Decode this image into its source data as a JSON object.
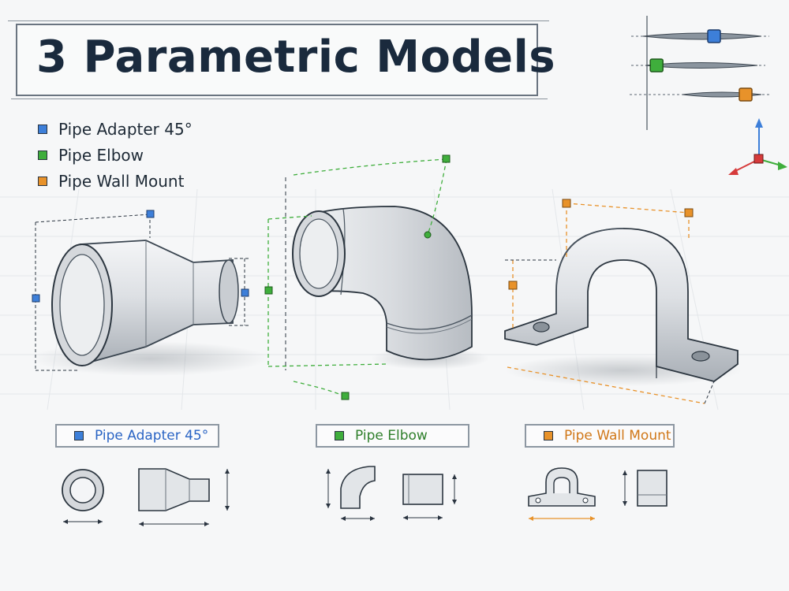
{
  "title": "3 Parametric Models",
  "colors": {
    "blue": "#3d7fd9",
    "green": "#3fae3c",
    "orange": "#e8922a",
    "ink": "#1a2a3d",
    "line": "#3a4550"
  },
  "legend": [
    {
      "label": "Pipe Adapter 45°",
      "color": "#3d7fd9"
    },
    {
      "label": "Pipe Elbow",
      "color": "#3fae3c"
    },
    {
      "label": "Pipe Wall Mount",
      "color": "#e8922a"
    }
  ],
  "sections": [
    {
      "label": "Pipe Adapter 45°",
      "color": "#3d7fd9",
      "text_color": "#2a64c4"
    },
    {
      "label": "Pipe Elbow",
      "color": "#3fae3c",
      "text_color": "#2f7f2b"
    },
    {
      "label": "Pipe Wall Mount",
      "color": "#e8922a",
      "text_color": "#d07718"
    }
  ],
  "sliders": [
    {
      "color": "#3d7fd9",
      "value": 0.6
    },
    {
      "color": "#3fae3c",
      "value": 0.1
    },
    {
      "color": "#e8922a",
      "value": 0.8
    }
  ],
  "axes_gizmo": {
    "x_color": "#d63b3b",
    "y_color": "#3fae3c",
    "z_color": "#3d7fd9"
  }
}
